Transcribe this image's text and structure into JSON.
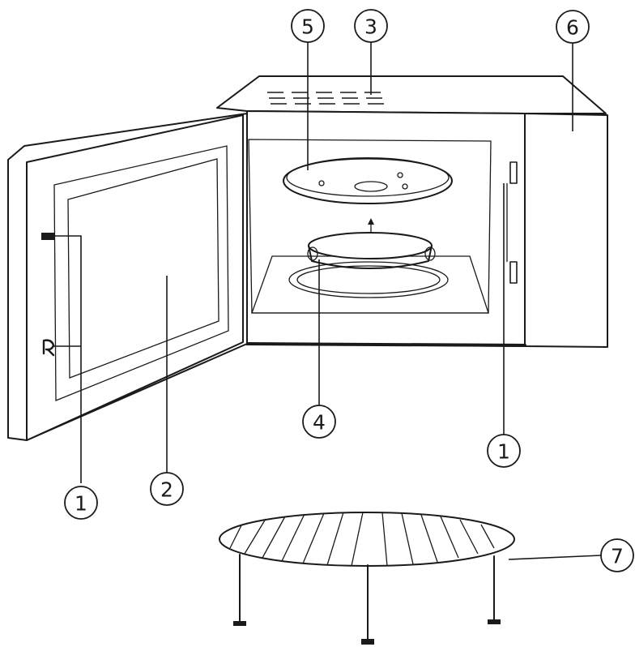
{
  "callouts": [
    {
      "id": "c1-door",
      "label": "1",
      "part": "door-latch-1"
    },
    {
      "id": "c2",
      "label": "2",
      "part": "door-window"
    },
    {
      "id": "c3",
      "label": "3",
      "part": "top-vents"
    },
    {
      "id": "c4",
      "label": "4",
      "part": "roller-ring"
    },
    {
      "id": "c5",
      "label": "5",
      "part": "glass-tray"
    },
    {
      "id": "c6",
      "label": "6",
      "part": "control-panel"
    },
    {
      "id": "c1-frame",
      "label": "1",
      "part": "door-latch-2"
    },
    {
      "id": "c7",
      "label": "7",
      "part": "grill-rack"
    }
  ],
  "colors": {
    "line": "#1a1a1a",
    "background": "#ffffff"
  }
}
